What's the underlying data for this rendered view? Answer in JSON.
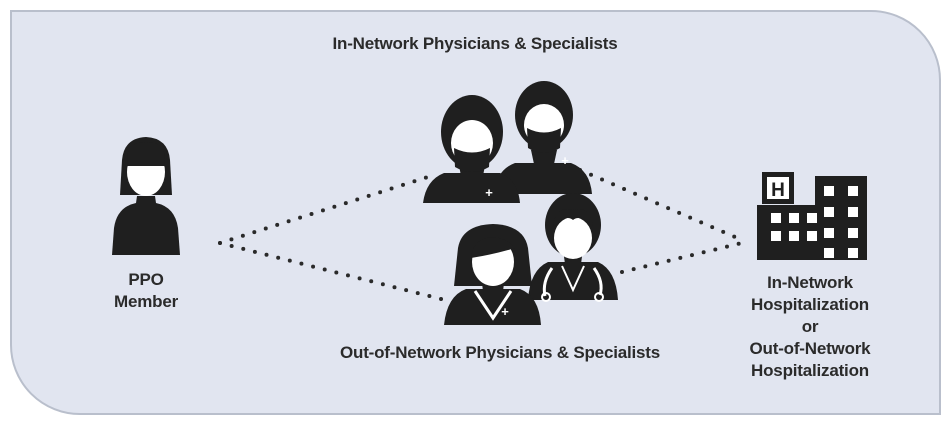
{
  "labels": {
    "in_network_physicians": "In-Network Physicians & Specialists",
    "out_network_physicians": "Out-of-Network Physicians & Specialists",
    "member_line1": "PPO",
    "member_line2": "Member",
    "hospital_line1": "In-Network",
    "hospital_line2": "Hospitalization",
    "hospital_line3": "or",
    "hospital_line4": "Out-of-Network",
    "hospital_line5": "Hospitalization"
  },
  "icons": {
    "member": "person-icon",
    "in_network_1": "physician-icon",
    "in_network_2": "physician-icon",
    "out_network_1": "female-doctor-icon",
    "out_network_2": "doctor-stethoscope-icon",
    "hospital": "hospital-icon",
    "hospital_sign": "H"
  },
  "colors": {
    "panel": "#e1e5f0",
    "panel_border": "#b9bfcc",
    "icon": "#1f1f1f",
    "text": "#2b2b2b"
  }
}
